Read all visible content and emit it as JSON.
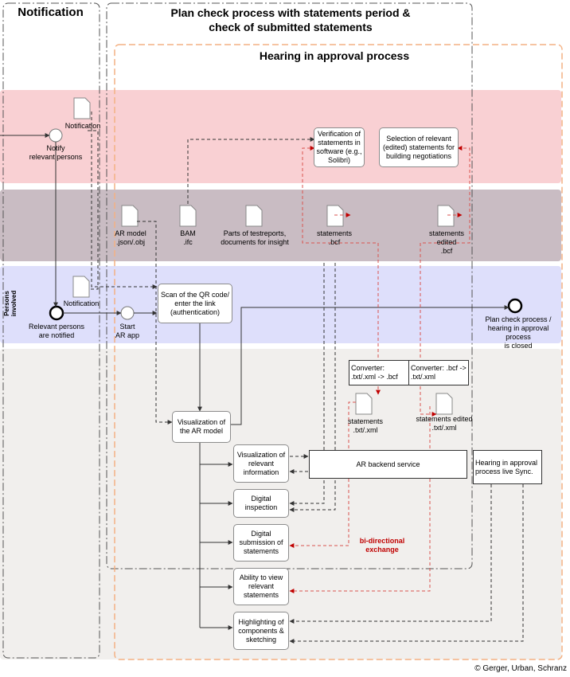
{
  "titles": {
    "notification": "Notification",
    "plan_check_1": "Plan check process with statements period &",
    "plan_check_2": "check of submitted statements",
    "hearing": "Hearing in approval process"
  },
  "lanes": {
    "persons_involved_1": "Persons",
    "persons_involved_2": "involved"
  },
  "labels": {
    "notification_top": "Notification",
    "notify_1": "Notify",
    "notify_2": "relevant persons",
    "notification_mid": "Notification",
    "relevant_notified_1": "Relevant persons",
    "relevant_notified_2": "are notified",
    "start_1": "Start",
    "start_2": "AR app",
    "closed_1": "Plan check process /",
    "closed_2": "hearing in approval process",
    "closed_3": "is closed",
    "ar_model_1": "AR model",
    "ar_model_2": ".json/.obj",
    "bam_1": "BAM",
    "bam_2": ".ifc",
    "parts_1": "Parts of testreports,",
    "parts_2": "documents for insight",
    "statements_bcf_1": "statements",
    "statements_bcf_2": ".bcf",
    "statements_edited_bcf_1": "statements",
    "statements_edited_bcf_2": "edited",
    "statements_edited_bcf_3": ".bcf",
    "statements_txt_1": "statements",
    "statements_txt_2": ".txt/.xml",
    "statements_edited_txt_1": "statements edited",
    "statements_edited_txt_2": ".txt/.xml",
    "bidirectional_1": "bi-directional",
    "bidirectional_2": "exchange",
    "copyright": "© Gerger, Urban, Schranz"
  },
  "boxes": {
    "verification": "Verification of statements in software (e.g., Solibri)",
    "selection": "Selection of relevant (edited) statements for building negotiations",
    "scan_qr": "Scan of the QR code/ enter the link (authentication)",
    "converter_1": "Converter: .txt/.xml -> .bcf",
    "converter_2": "Converter: .bcf -> .txt/.xml",
    "visualization_ar": "Visualization of the AR model",
    "visualization_info": "Visualization of relevant information",
    "ar_backend": "AR backend service",
    "hearing_live": "Hearing in approval process live Sync.",
    "digital_inspection": "Digital inspection",
    "digital_submission": "Digital submission of statements",
    "ability_view": "Ability to view relevant statements",
    "highlighting": "Highlighting of components & sketching"
  },
  "colors": {
    "lane_red": "#f9d0d3",
    "lane_mauve": "#c9bcc3",
    "lane_blue": "#dedffb",
    "lane_grey": "#f1efed",
    "frame_orange": "#f4b183",
    "accent_red": "#c00000"
  }
}
